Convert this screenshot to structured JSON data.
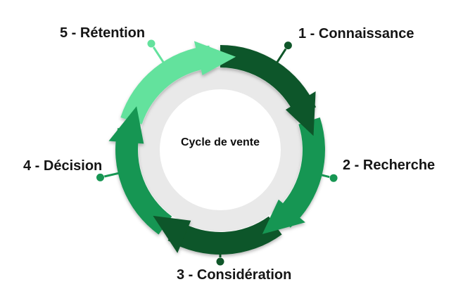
{
  "title": "Cycle de vente",
  "colors": {
    "dark_green": "#0F5629",
    "medium_green": "#179653",
    "mint_green": "#63E29D",
    "track_gray": "#E9E9E9",
    "label_text": "#151515"
  },
  "stages": [
    {
      "number": "1",
      "label": "1 - Connaissance",
      "color_key": "dark_green"
    },
    {
      "number": "2",
      "label": "2 - Recherche",
      "color_key": "medium_green"
    },
    {
      "number": "3",
      "label": "3 - Considération",
      "color_key": "dark_green"
    },
    {
      "number": "4",
      "label": "4 - Décision",
      "color_key": "medium_green"
    },
    {
      "number": "5",
      "label": "5 - Rétention",
      "color_key": "mint_green"
    }
  ]
}
